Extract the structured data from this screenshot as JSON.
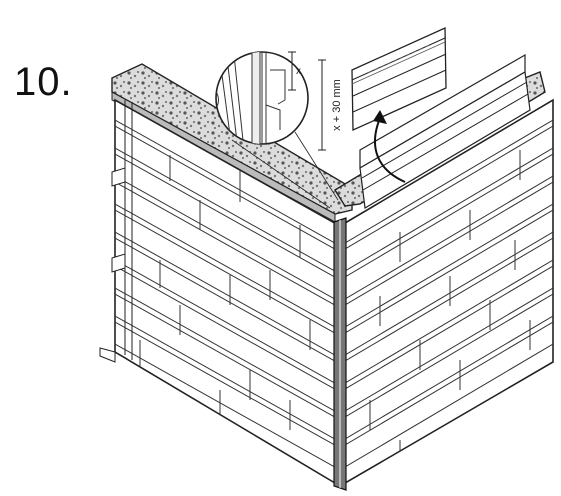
{
  "step": {
    "number": "10."
  },
  "detail": {
    "gap_label": "x",
    "dimension_label": "x + 30 mm"
  },
  "colors": {
    "line": "#222222",
    "background": "#ffffff",
    "shade": "#9a9a9a"
  }
}
